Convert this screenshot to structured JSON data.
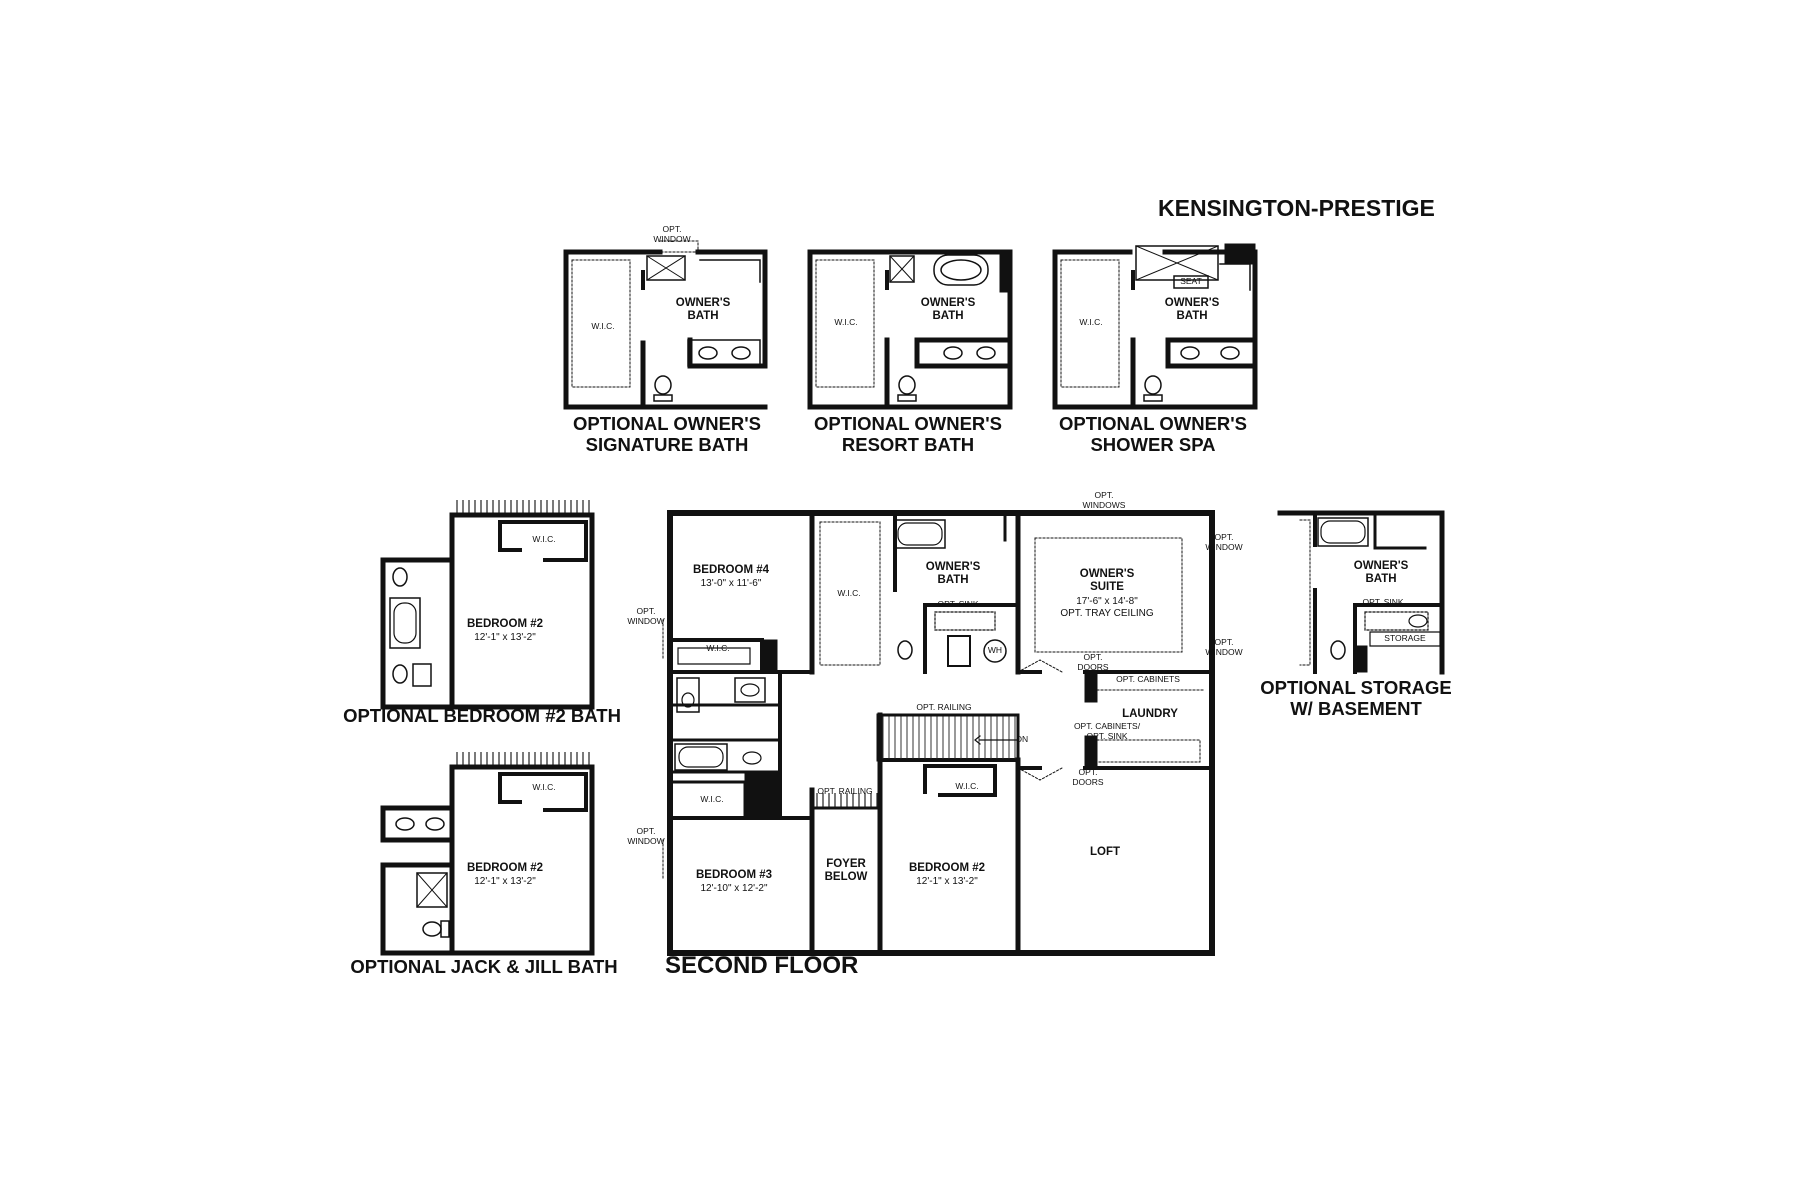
{
  "title": "KENSINGTON-PRESTIGE",
  "options": {
    "signature": {
      "caption": "OPTIONAL OWNER'S\nSIGNATURE BATH",
      "bath": "OWNER'S\nBATH",
      "wic": "W.I.C.",
      "window": "OPT.\nWINDOW"
    },
    "resort": {
      "caption": "OPTIONAL OWNER'S\nRESORT BATH",
      "bath": "OWNER'S\nBATH",
      "wic": "W.I.C."
    },
    "shower_spa": {
      "caption": "OPTIONAL OWNER'S\nSHOWER SPA",
      "bath": "OWNER'S\nBATH",
      "wic": "W.I.C.",
      "seat": "SEAT"
    },
    "bedroom2_bath": {
      "caption": "OPTIONAL BEDROOM #2 BATH",
      "room": "BEDROOM #2",
      "dim": "12'-1\" x 13'-2\"",
      "wic": "W.I.C."
    },
    "jack_jill": {
      "caption": "OPTIONAL JACK & JILL BATH",
      "room": "BEDROOM #2",
      "dim": "12'-1\" x 13'-2\"",
      "wic": "W.I.C."
    },
    "storage": {
      "caption": "OPTIONAL STORAGE\nW/ BASEMENT",
      "bath": "OWNER'S\nBATH",
      "sink": "OPT. SINK",
      "storage": "STORAGE"
    }
  },
  "floor": {
    "caption": "SECOND FLOOR",
    "bedroom4": {
      "name": "BEDROOM #4",
      "dim": "13'-0\" x 11'-6\""
    },
    "bedroom3": {
      "name": "BEDROOM #3",
      "dim": "12'-10\" x 12'-2\""
    },
    "bedroom2": {
      "name": "BEDROOM #2",
      "dim": "12'-1\" x 13'-2\""
    },
    "suite": {
      "name": "OWNER'S\nSUITE",
      "dim": "17'-6\" x 14'-8\"",
      "note": "OPT. TRAY CEILING"
    },
    "bath": "OWNER'S\nBATH",
    "laundry": "LAUNDRY",
    "loft": "LOFT",
    "foyer": "FOYER\nBELOW",
    "wic": "W.I.C.",
    "wh": "WH",
    "dn": "DN",
    "notes": {
      "opt_window": "OPT.\nWINDOW",
      "opt_windows": "OPT.\nWINDOWS",
      "opt_doors": "OPT.\nDOORS",
      "opt_railing": "OPT. RAILING",
      "opt_sink": "OPT. SINK",
      "opt_cabinets": "OPT. CABINETS",
      "opt_cabinets_sink": "OPT. CABINETS/\nOPT. SINK"
    }
  }
}
